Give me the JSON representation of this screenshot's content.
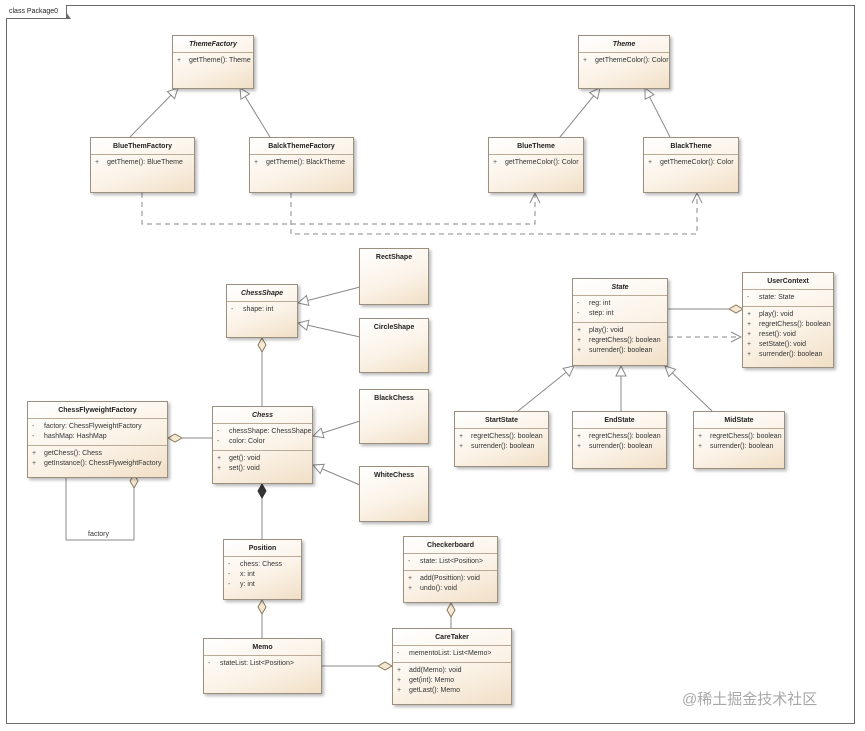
{
  "package": {
    "label": "class Package0"
  },
  "watermark": "@稀土掘金技术社区",
  "relations": {
    "factory_label": "factory"
  },
  "classes": {
    "theme_factory": {
      "name": "ThemeFactory",
      "methods": [
        {
          "vis": "+",
          "text": "getTheme(): Theme"
        }
      ]
    },
    "theme": {
      "name": "Theme",
      "methods": [
        {
          "vis": "+",
          "text": "getThemeColor(): Color"
        }
      ]
    },
    "blue_them_factory": {
      "name": "BlueThemFactory",
      "methods": [
        {
          "vis": "+",
          "text": "getTheme(): BlueTheme"
        }
      ]
    },
    "black_theme_factory": {
      "name": "BalckThemeFactory",
      "methods": [
        {
          "vis": "+",
          "text": "getTheme(): BlackTheme"
        }
      ]
    },
    "blue_theme": {
      "name": "BlueTheme",
      "methods": [
        {
          "vis": "+",
          "text": "getThemeColor(): Color"
        }
      ]
    },
    "black_theme": {
      "name": "BlackTheme",
      "methods": [
        {
          "vis": "+",
          "text": "getThemeColor(): Color"
        }
      ]
    },
    "rect_shape": {
      "name": "RectShape"
    },
    "circle_shape": {
      "name": "CircleShape"
    },
    "chess_shape": {
      "name": "ChessShape",
      "attributes": [
        {
          "vis": "-",
          "text": "shape: int"
        }
      ]
    },
    "black_chess": {
      "name": "BlackChess"
    },
    "white_chess": {
      "name": "WhiteChess"
    },
    "chess": {
      "name": "Chess",
      "attributes": [
        {
          "vis": "-",
          "text": "chessShape: ChessShape"
        },
        {
          "vis": "-",
          "text": "color: Color"
        }
      ],
      "methods": [
        {
          "vis": "+",
          "text": "get(): void"
        },
        {
          "vis": "+",
          "text": "set(): void"
        }
      ]
    },
    "chess_flyweight_factory": {
      "name": "ChessFlyweightFactory",
      "attributes": [
        {
          "vis": "-",
          "text": "factory: ChessFlyweightFactory"
        },
        {
          "vis": "-",
          "text": "hashMap: HashMap"
        }
      ],
      "methods": [
        {
          "vis": "+",
          "text": "getChess(): Chess"
        },
        {
          "vis": "+",
          "text": "getInstance(): ChessFlyweightFactory"
        }
      ]
    },
    "state": {
      "name": "State",
      "attributes": [
        {
          "vis": "-",
          "text": "reg: int"
        },
        {
          "vis": "-",
          "text": "step: int"
        }
      ],
      "methods": [
        {
          "vis": "+",
          "text": "play(): void"
        },
        {
          "vis": "+",
          "text": "regretChess(): boolean"
        },
        {
          "vis": "+",
          "text": "surrender(): boolean"
        }
      ]
    },
    "user_context": {
      "name": "UserContext",
      "attributes": [
        {
          "vis": "-",
          "text": "state: State"
        }
      ],
      "methods": [
        {
          "vis": "+",
          "text": "play(): void"
        },
        {
          "vis": "+",
          "text": "regretChess(): boolean"
        },
        {
          "vis": "+",
          "text": "reset(): void"
        },
        {
          "vis": "+",
          "text": "setState(): void"
        },
        {
          "vis": "+",
          "text": "surrender(): boolean"
        }
      ]
    },
    "start_state": {
      "name": "StartState",
      "methods": [
        {
          "vis": "+",
          "text": "regretChess(): boolean"
        },
        {
          "vis": "+",
          "text": "surrender(): boolean"
        }
      ]
    },
    "end_state": {
      "name": "EndState",
      "methods": [
        {
          "vis": "+",
          "text": "regretChess(): boolean"
        },
        {
          "vis": "+",
          "text": "surrender(): boolean"
        }
      ]
    },
    "mid_state": {
      "name": "MidState",
      "methods": [
        {
          "vis": "+",
          "text": "regretChess(): boolean"
        },
        {
          "vis": "+",
          "text": "surrender(): boolean"
        }
      ]
    },
    "position": {
      "name": "Position",
      "attributes": [
        {
          "vis": "-",
          "text": "chess: Chess"
        },
        {
          "vis": "-",
          "text": "x: int"
        },
        {
          "vis": "-",
          "text": "y: int"
        }
      ]
    },
    "checkerboard": {
      "name": "Checkerboard",
      "attributes": [
        {
          "vis": "-",
          "text": "state: List<Position>"
        }
      ],
      "methods": [
        {
          "vis": "+",
          "text": "add(Posittion): void"
        },
        {
          "vis": "+",
          "text": "undo(): void"
        }
      ]
    },
    "memo": {
      "name": "Memo",
      "attributes": [
        {
          "vis": "-",
          "text": "stateList: List<Position>"
        }
      ]
    },
    "care_taker": {
      "name": "CareTaker",
      "attributes": [
        {
          "vis": "-",
          "text": "mementoList: List<Memo>"
        }
      ],
      "methods": [
        {
          "vis": "+",
          "text": "add(Memo): void"
        },
        {
          "vis": "+",
          "text": "get(int): Memo"
        },
        {
          "vis": "+",
          "text": "getLast(): Memo"
        }
      ]
    }
  }
}
